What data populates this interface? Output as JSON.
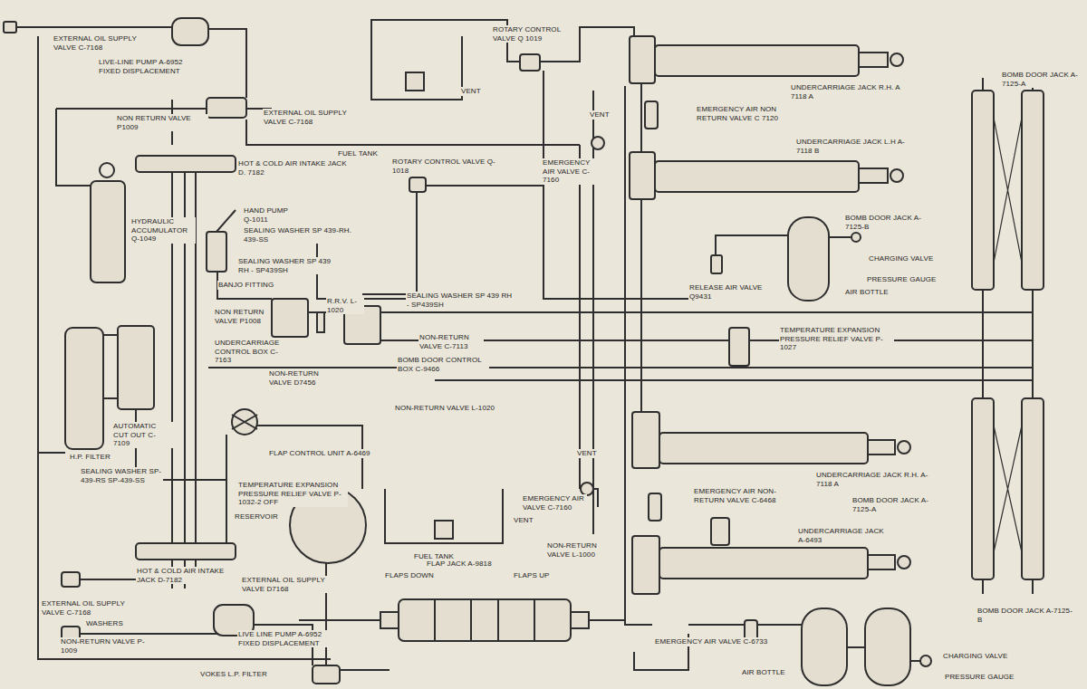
{
  "diagram": {
    "labels": [
      "EXTERNAL OIL SUPPLY VALVE C-7168",
      "LIVE-LINE PUMP A-6952 FIXED DISPLACEMENT",
      "EXTERNAL OIL SUPPLY VALVE C-7168",
      "NON RETURN VALVE P1009",
      "FUEL TANK",
      "ROTARY CONTROL VALVE Q 1019",
      "VENT",
      "VENT",
      "UNDERCARRIAGE JACK R.H. A 7118 A",
      "EMERGENCY AIR NON RETURN VALVE C 7120",
      "UNDERCARRIAGE JACK L.H A-7118 B",
      "EMERGENCY AIR VALVE C-7160",
      "HOT & COLD AIR INTAKE JACK D. 7182",
      "ROTARY CONTROL VALVE Q- 1018",
      "BOMB DOOR JACK A- 7125-A",
      "BOMB DOOR JACK A- 7125-B",
      "HAND PUMP Q-1011",
      "HYDRAULIC ACCUMULATOR Q-1049",
      "SEALING WASHER SP 439-RH. 439-SS",
      "SEALING WASHER SP 439 RH - SP439SH",
      "BANJO FITTING",
      "CHARGING VALVE",
      "PRESSURE GAUGE",
      "RELEASE AIR VALVE Q9431",
      "AIR BOTTLE",
      "SEALING WASHER SP 439 RH - SP439SH",
      "NON RETURN VALVE P1008",
      "R.R.V. L-1020",
      "UNDERCARRIAGE CONTROL BOX C-7163",
      "NON-RETURN VALVE C-7113",
      "TEMPERATURE EXPANSION PRESSURE RELIEF VALVE P-1027",
      "NON-RETURN VALVE D7456",
      "BOMB DOOR CONTROL BOX C-9466",
      "NON-RETURN VALVE L-1020",
      "AUTOMATIC CUT OUT C-7109",
      "H.P. FILTER",
      "SEALING WASHER SP-439-RS SP-439-SS",
      "FLAP CONTROL UNIT A-6469",
      "TEMPERATURE EXPANSION PRESSURE RELIEF VALVE P-1032-2 OFF",
      "RESERVOIR",
      "VENT",
      "UNDERCARRIAGE JACK R.H. A-7118 A",
      "EMERGENCY AIR VALVE C-7160",
      "EMERGENCY AIR NON-RETURN VALVE C-6468",
      "BOMB DOOR JACK A- 7125-A",
      "VENT",
      "UNDERCARRIAGE JACK A-6493",
      "NON-RETURN VALVE L-1000",
      "FUEL TANK",
      "HOT & COLD AIR INTAKE JACK D-7182",
      "FLAP JACK A-9818",
      "FLAPS DOWN",
      "FLAPS UP",
      "EXTERNAL OIL SUPPLY VALVE C-7168",
      "EXTERNAL OIL SUPPLY VALVE D7168",
      "WASHERS",
      "NON-RETURN VALVE P-1009",
      "LIVE LINE PUMP A-6952 FIXED DISPLACEMENT",
      "VOKES L.P. FILTER",
      "EMERGENCY AIR VALVE C-6733",
      "AIR BOTTLE",
      "CHARGING VALVE",
      "PRESSURE GAUGE",
      "BOMB DOOR JACK A-7125-B"
    ]
  }
}
